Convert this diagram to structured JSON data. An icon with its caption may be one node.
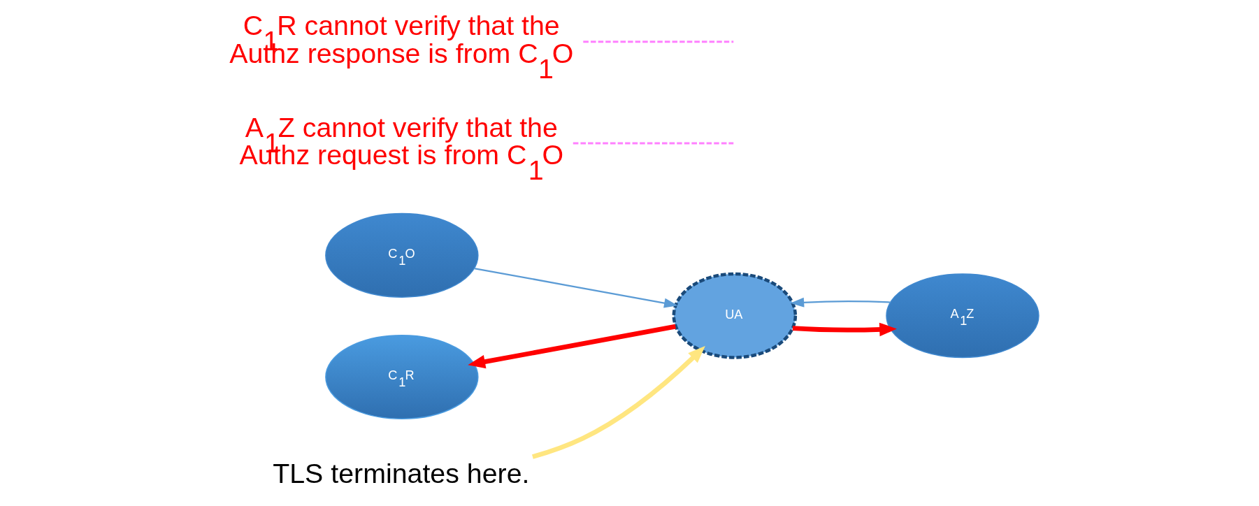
{
  "diagram": {
    "nodes": [
      {
        "text": [
          "C$_{1}$O"
        ]
      },
      {
        "text": [
          "C$_{1}$R"
        ]
      },
      {
        "text": [
          "UA"
        ]
      },
      {
        "text": [
          "A$_{1}$Z"
        ]
      },
      {
        "text": [
          "TLS terminates here."
        ]
      },
      {
        "text": [
          "A$_{1}$Z cannot verify that the Authz request is from C$_{1}$O"
        ]
      },
      {
        "text": [
          "C$_{1}$R cannot verify that the Authz response is from C$_{1}$O"
        ]
      }
    ],
    "edges": [
      {
        "from": 0,
        "to": 2,
        "arrow": "to"
      },
      {
        "from": 2,
        "to": 3,
        "arrow": "to",
        "color": "#ff0000",
        "style": "thick"
      },
      {
        "from": 3,
        "to": 2,
        "arrow": "to"
      },
      {
        "from": 2,
        "to": 1,
        "arrow": "to",
        "color": "#ff0000",
        "style": "thick"
      },
      {
        "from": 4,
        "to": 2,
        "arrow": "to",
        "color": "#ffe680",
        "style": "thick"
      },
      {
        "from": 5,
        "to": null,
        "arrow": "none",
        "color": "#ff80ff",
        "style": "dashed"
      },
      {
        "from": 6,
        "to": null,
        "arrow": "none",
        "color": "#ff80ff",
        "style": "dashed"
      }
    ]
  }
}
